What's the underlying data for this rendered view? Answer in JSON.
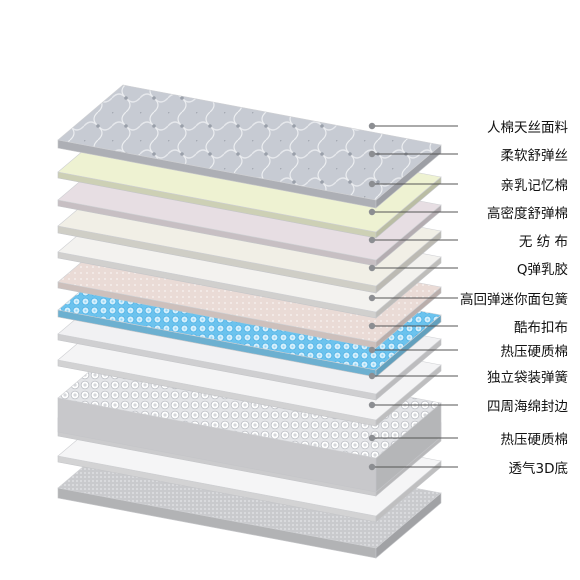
{
  "layers": [
    {
      "label": "人棉天丝面料",
      "color": "#c9ccd3",
      "pattern": "quilt"
    },
    {
      "label": "柔软舒弹丝",
      "color": "#eef2d2",
      "pattern": "none"
    },
    {
      "label": "亲乳记忆棉",
      "color": "#e7dee3",
      "pattern": "none"
    },
    {
      "label": "高密度舒弹棉",
      "color": "#f1efe6",
      "pattern": "none"
    },
    {
      "label": "无  纺  布",
      "color": "#f3f2ef",
      "pattern": "none"
    },
    {
      "label": "Q弹乳胶",
      "color": "#eedfdb",
      "pattern": "dots"
    },
    {
      "label": "高回弹迷你面包簧",
      "color": "#7fcdf2",
      "pattern": "coils"
    },
    {
      "label": "酷布扣布",
      "color": "#f1f1f3",
      "pattern": "none"
    },
    {
      "label": "热压硬质棉",
      "color": "#f4f4f5",
      "pattern": "none"
    },
    {
      "label": "独立袋装弹簧",
      "color": "#e8e9ec",
      "pattern": "springs"
    },
    {
      "label": "四周海绵封边",
      "color": "#ececee",
      "pattern": "none"
    },
    {
      "label": "热压硬质棉",
      "color": "#f5f5f6",
      "pattern": "none"
    },
    {
      "label": "透气3D底",
      "color": "#cfd0d3",
      "pattern": "mesh"
    }
  ]
}
